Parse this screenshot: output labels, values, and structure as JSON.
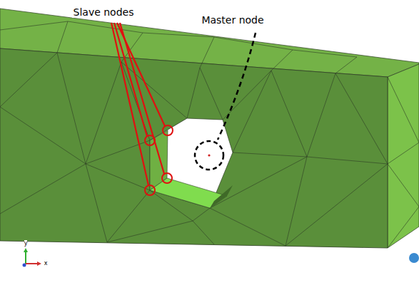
{
  "diagram": {
    "labels": [
      "Slave nodes",
      "Master node",
      "y",
      "x"
    ]
  }
}
